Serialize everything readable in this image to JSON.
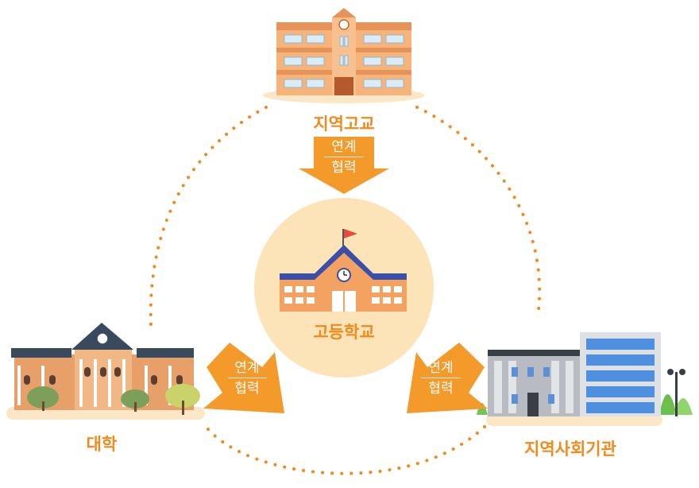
{
  "nodes": {
    "top": {
      "label": "지역고교"
    },
    "center": {
      "label": "고등학교"
    },
    "left": {
      "label": "대학"
    },
    "right": {
      "label": "지역사회기관"
    }
  },
  "arrows": {
    "top": {
      "line1": "연계",
      "line2": "협력"
    },
    "left": {
      "line1": "연계",
      "line2": "협력"
    },
    "right": {
      "line1": "연계",
      "line2": "협력"
    }
  },
  "colors": {
    "accent": "#f08a1c",
    "center_circle": "#fde3b8",
    "arrow": "#f39a2a",
    "ground": "#fbe7c5"
  }
}
